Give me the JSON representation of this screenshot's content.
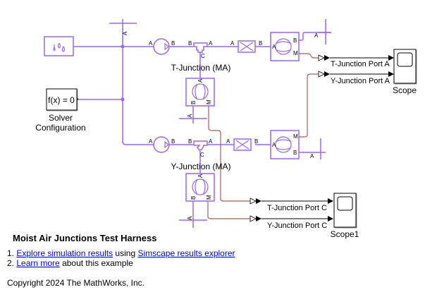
{
  "colors": {
    "physical": "#9966ff",
    "signal_phys": "#a06060",
    "signal": "#000000",
    "link": "#0000ee"
  },
  "blocks": {
    "source": {
      "name": "moisture-source",
      "icon": "water-drops-icon"
    },
    "solver": {
      "text": "f(x) = 0",
      "label_line1": "Solver",
      "label_line2": "Configuration"
    },
    "t_junction": {
      "label": "T-Junction (MA)",
      "ports": {
        "b": "B",
        "a": "A",
        "c": "C"
      }
    },
    "y_junction": {
      "label": "Y-Junction (MA)",
      "ports": {
        "b": "B",
        "a": "A",
        "c": "C"
      }
    },
    "scope": {
      "label": "Scope"
    },
    "scope1": {
      "label": "Scope1"
    }
  },
  "port_labels": {
    "A": "A",
    "B": "B",
    "M": "M",
    "C": "C"
  },
  "signals": {
    "t_port_a": "T-Junction Port A",
    "y_port_a": "Y-Junction Port A",
    "t_port_c": "T-Junction Port C",
    "y_port_c": "Y-Junction Port C"
  },
  "annotation": {
    "title": "Moist Air Junctions Test Harness",
    "item1_num": "1.",
    "item1_link1": "Explore simulation results",
    "item1_mid": " using ",
    "item1_link2": "Simscape results explorer",
    "item2_num": "2.",
    "item2_link": "Learn more",
    "item2_rest": " about this example",
    "copyright": "Copyright 2024 The MathWorks, Inc."
  }
}
